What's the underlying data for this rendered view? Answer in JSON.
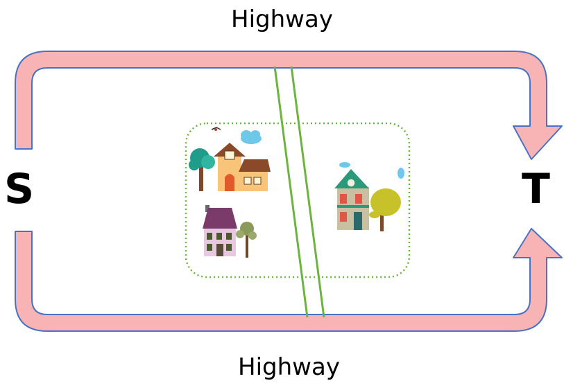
{
  "labels": {
    "highway_top": "Highway",
    "highway_bottom": "Highway",
    "source": "S",
    "target": "T"
  },
  "colors": {
    "arrow_fill": "#f8b4b4",
    "arrow_stroke": "#4a72c4",
    "road": "#6db33f",
    "town_border": "#6db33f"
  },
  "icons": [
    "house-icon",
    "tree-icon",
    "cloud-icon",
    "bird-icon"
  ]
}
